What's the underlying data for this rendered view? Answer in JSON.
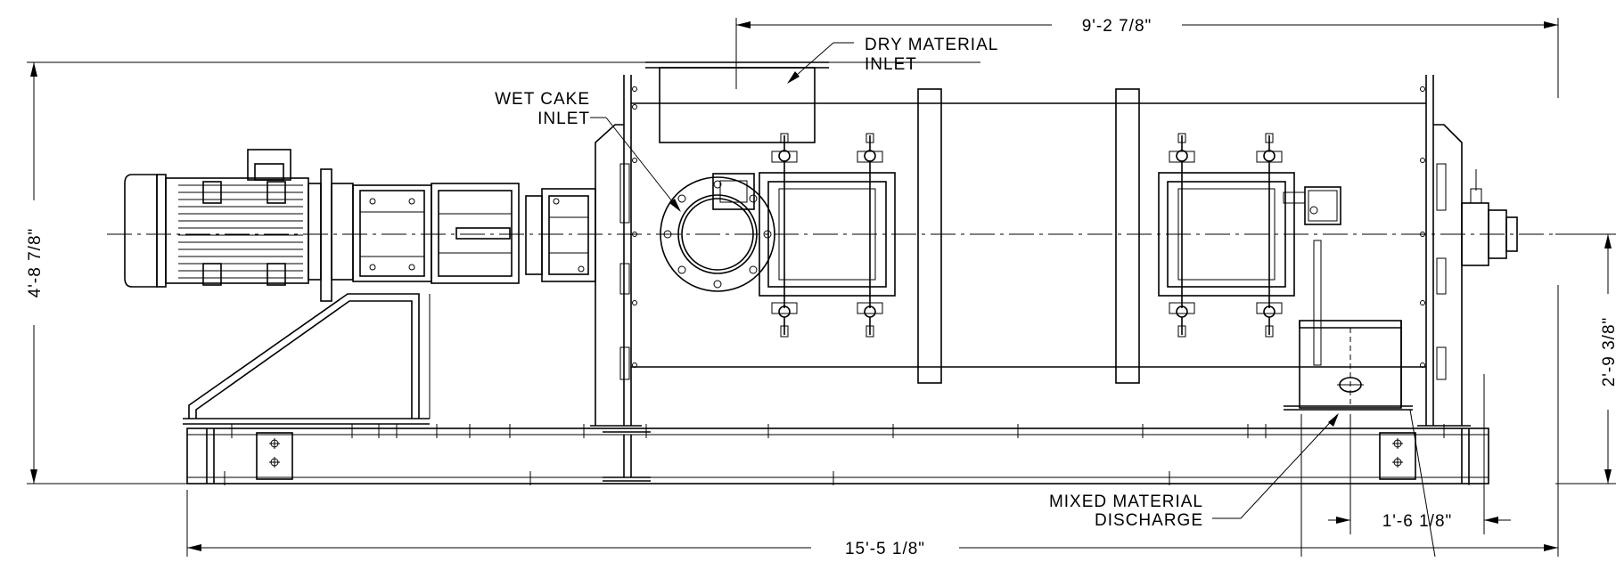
{
  "labels": {
    "dry_material_inlet_1": "DRY MATERIAL",
    "dry_material_inlet_2": "INLET",
    "wet_cake_inlet_1": "WET CAKE",
    "wet_cake_inlet_2": "INLET",
    "mixed_material_discharge_1": "MIXED MATERIAL",
    "mixed_material_discharge_2": "DISCHARGE"
  },
  "dimensions": {
    "overall_length": "15'-5 1/8\"",
    "drum_length": "9'-2 7/8\"",
    "overall_height": "4'-8 7/8\"",
    "shaft_centerline_height": "2'-9 3/8\"",
    "discharge_offset": "1'-6 1/8\""
  }
}
